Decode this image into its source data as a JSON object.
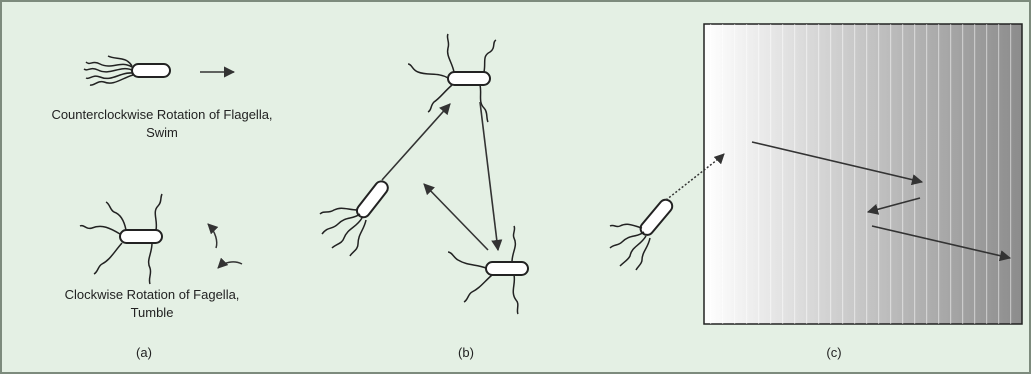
{
  "panel_a": {
    "swim_caption_line1": "Counterclockwise Rotation of Flagella,",
    "swim_caption_line2": "Swim",
    "tumble_caption_line1": "Clockwise Rotation of Fagella,",
    "tumble_caption_line2": "Tumble",
    "letter": "(a)"
  },
  "panel_b": {
    "letter": "(b)"
  },
  "panel_c": {
    "letter": "(c)",
    "gradient_from": "#ffffff",
    "gradient_to": "#8c8c8c"
  },
  "colors": {
    "background": "#e4f0e4",
    "border": "#7d8b7d",
    "ink": "#222222"
  }
}
